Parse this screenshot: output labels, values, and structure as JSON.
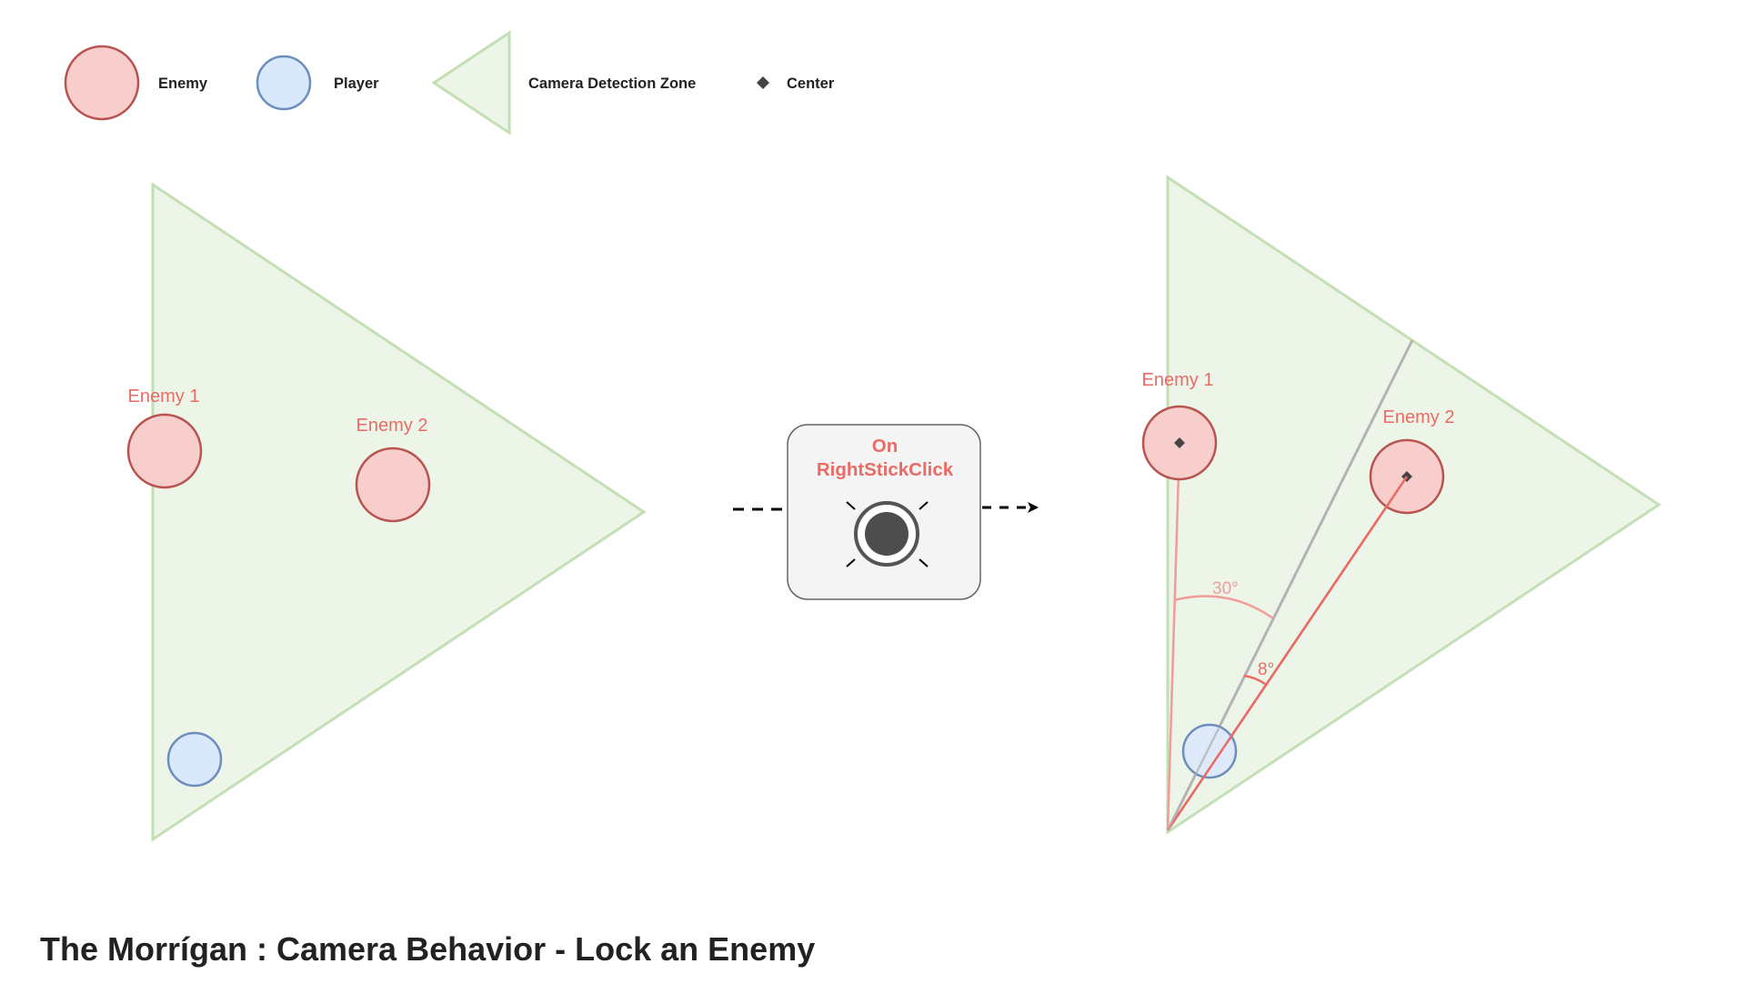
{
  "legend": {
    "enemy_label": "Enemy",
    "player_label": "Player",
    "zone_label": "Camera Detection Zone",
    "center_label": "Center"
  },
  "left_scene": {
    "enemy1_label": "Enemy 1",
    "enemy2_label": "Enemy 2"
  },
  "trigger": {
    "line1": "On",
    "line2": "RightStickClick",
    "icon": "right-stick-click-icon"
  },
  "right_scene": {
    "enemy1_label": "Enemy 1",
    "enemy2_label": "Enemy 2",
    "angle_enemy1": "30°",
    "angle_enemy2": "8°"
  },
  "title": "The Morrígan : Camera Behavior - Lock an Enemy",
  "colors": {
    "enemy_fill": "#f8cecc",
    "enemy_stroke": "#b85450",
    "player_fill": "#dae8fc",
    "player_stroke": "#6c8ebf",
    "zone_fill": "#edf5e8",
    "zone_stroke": "#c3dfb4",
    "accent_red": "#ea6b66"
  }
}
